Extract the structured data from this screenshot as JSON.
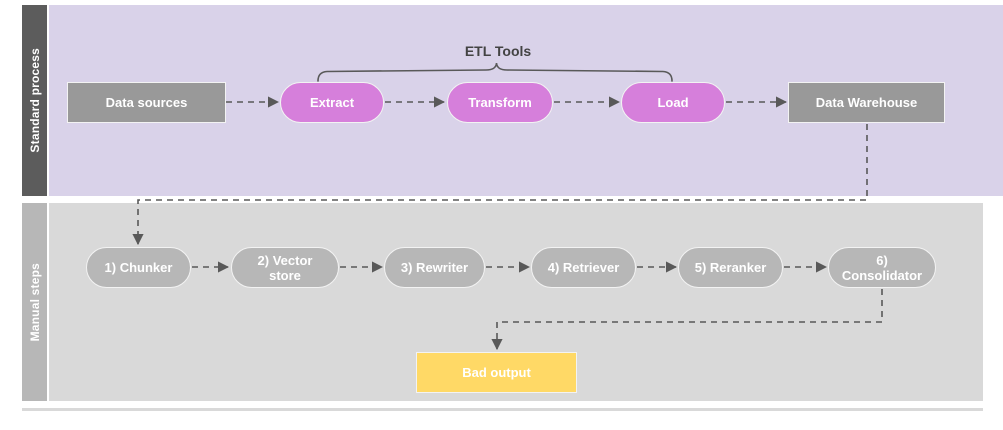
{
  "diagram": {
    "title_label": "ETL Tools",
    "colors": {
      "lane_top_band": "#5c5c5c",
      "lane_top_body": "#d9d2e9",
      "lane_bottom_band": "#b7b7b7",
      "lane_bottom_body": "#d9d9d9",
      "node_gray": "#999999",
      "node_purple": "#d67fdb",
      "node_gray_light": "#b7b7b7",
      "node_yellow": "#ffd966",
      "edge": "#595959",
      "text_dark": "#434343"
    },
    "lanes": [
      {
        "label": "Standard process"
      },
      {
        "label": "Manual steps"
      }
    ],
    "standard_process": {
      "nodes": [
        {
          "label": "Data sources",
          "shape": "rect",
          "fill": "gray"
        },
        {
          "label": "Extract",
          "shape": "pill",
          "fill": "purple"
        },
        {
          "label": "Transform",
          "shape": "pill",
          "fill": "purple"
        },
        {
          "label": "Load",
          "shape": "pill",
          "fill": "purple"
        },
        {
          "label": "Data Warehouse",
          "shape": "rect",
          "fill": "gray"
        }
      ],
      "bracket_label": "ETL Tools",
      "bracket_spans": [
        "Extract",
        "Load"
      ]
    },
    "manual_steps": {
      "nodes": [
        {
          "label": "1) Chunker",
          "shape": "pill",
          "fill": "gray_light"
        },
        {
          "label": "2) Vector store",
          "shape": "pill",
          "fill": "gray_light"
        },
        {
          "label": "3) Rewriter",
          "shape": "pill",
          "fill": "gray_light"
        },
        {
          "label": "4) Retriever",
          "shape": "pill",
          "fill": "gray_light"
        },
        {
          "label": "5) Reranker",
          "shape": "pill",
          "fill": "gray_light"
        },
        {
          "label": "6) Consolidator",
          "shape": "pill",
          "fill": "gray_light"
        }
      ],
      "output": {
        "label": "Bad output",
        "shape": "rect",
        "fill": "yellow"
      }
    },
    "chart_data": {
      "type": "diagram",
      "edges": [
        {
          "from": "Data sources",
          "to": "Extract",
          "style": "dashed-arrow"
        },
        {
          "from": "Extract",
          "to": "Transform",
          "style": "dashed-arrow"
        },
        {
          "from": "Transform",
          "to": "Load",
          "style": "dashed-arrow"
        },
        {
          "from": "Load",
          "to": "Data Warehouse",
          "style": "dashed-arrow"
        },
        {
          "from": "Data Warehouse",
          "to": "1) Chunker",
          "style": "dashed-arrow-elbow"
        },
        {
          "from": "1) Chunker",
          "to": "2) Vector store",
          "style": "dashed-arrow"
        },
        {
          "from": "2) Vector store",
          "to": "3) Rewriter",
          "style": "dashed-arrow"
        },
        {
          "from": "3) Rewriter",
          "to": "4) Retriever",
          "style": "dashed-arrow"
        },
        {
          "from": "4) Retriever",
          "to": "5) Reranker",
          "style": "dashed-arrow"
        },
        {
          "from": "5) Reranker",
          "to": "6) Consolidator",
          "style": "dashed-arrow"
        },
        {
          "from": "6) Consolidator",
          "to": "Bad output",
          "style": "dashed-arrow-elbow"
        }
      ]
    }
  }
}
